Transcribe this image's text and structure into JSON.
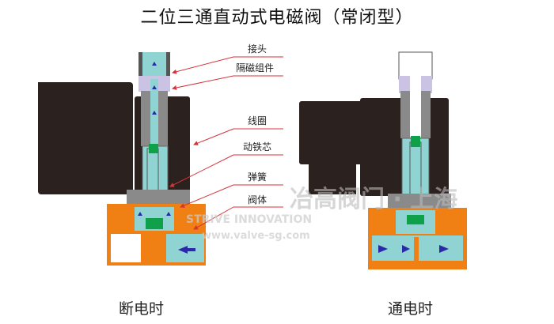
{
  "title": "二位三通直动式电磁阀（常闭型）",
  "labels": {
    "connector": "接头",
    "isolation_assembly": "隔磁组件",
    "coil": "线圈",
    "plunger": "动铁芯",
    "spring": "弹簧",
    "body": "阀体"
  },
  "captions": {
    "off": "断电时",
    "on": "通电时"
  },
  "watermark": {
    "cn": "冶高阀门 · 上海",
    "en": "STRIVE INNOVATION",
    "url": "www.valve-sg.com"
  },
  "colors": {
    "coil": "#2b211f",
    "body": "#f07f14",
    "fluid": "#8fd3d3",
    "plunger_seal": "#0fa04a",
    "core": "#8a8a8a",
    "leader": "#d8323a",
    "arrow": "#2a2aa8"
  }
}
